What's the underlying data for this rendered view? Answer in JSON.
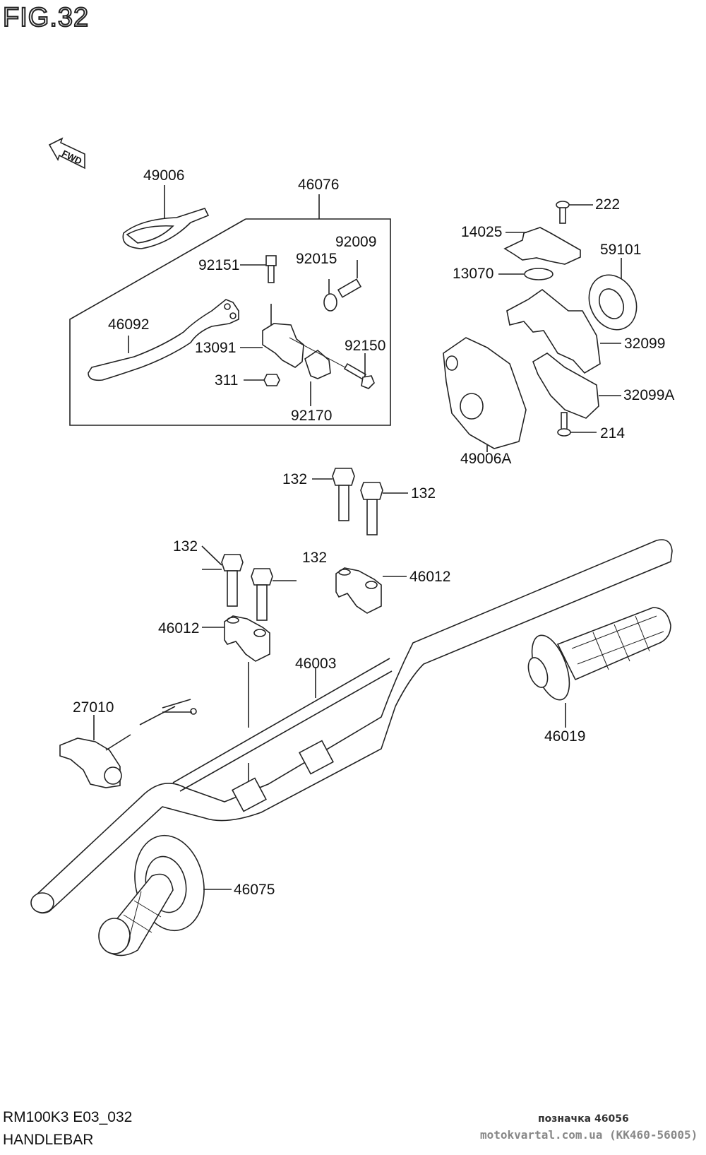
{
  "figure": {
    "title": "FIG.32",
    "code": "RM100K3 E03_032",
    "name": "HANDLEBAR",
    "fwd_label": "FWD"
  },
  "watermark": {
    "line1": "позначка 46056",
    "line2": "motokvartal.com.ua (KK460-56005)"
  },
  "parts": [
    {
      "id": "49006",
      "label": "49006",
      "description": "lever cover"
    },
    {
      "id": "46076",
      "label": "46076",
      "description": "clutch lever assembly (group)"
    },
    {
      "id": "92151",
      "label": "92151",
      "description": "bolt"
    },
    {
      "id": "92015",
      "label": "92015",
      "description": "nut"
    },
    {
      "id": "92009",
      "label": "92009",
      "description": "adjuster screw"
    },
    {
      "id": "46092",
      "label": "46092",
      "description": "clutch lever"
    },
    {
      "id": "13091",
      "label": "13091",
      "description": "lever holder"
    },
    {
      "id": "92150",
      "label": "92150",
      "description": "bolt"
    },
    {
      "id": "311",
      "label": "311",
      "description": "nut"
    },
    {
      "id": "92170",
      "label": "92170",
      "description": "clamp"
    },
    {
      "id": "222",
      "label": "222",
      "description": "screw"
    },
    {
      "id": "14025",
      "label": "14025",
      "description": "cover"
    },
    {
      "id": "59101",
      "label": "59101",
      "description": "pulley"
    },
    {
      "id": "13070",
      "label": "13070",
      "description": "ring"
    },
    {
      "id": "32099",
      "label": "32099",
      "description": "throttle case upper"
    },
    {
      "id": "32099A",
      "label": "32099A",
      "description": "throttle case lower"
    },
    {
      "id": "49006A",
      "label": "49006A",
      "description": "throttle cover"
    },
    {
      "id": "214",
      "label": "214",
      "description": "screw"
    },
    {
      "id": "132a",
      "label": "132",
      "description": "bolt"
    },
    {
      "id": "132b",
      "label": "132",
      "description": "bolt"
    },
    {
      "id": "132c",
      "label": "132",
      "description": "bolt"
    },
    {
      "id": "132d",
      "label": "132",
      "description": "bolt"
    },
    {
      "id": "46012a",
      "label": "46012",
      "description": "handlebar holder"
    },
    {
      "id": "46012b",
      "label": "46012",
      "description": "handlebar holder"
    },
    {
      "id": "46003",
      "label": "46003",
      "description": "handlebar"
    },
    {
      "id": "27010",
      "label": "27010",
      "description": "engine stop switch"
    },
    {
      "id": "46019",
      "label": "46019",
      "description": "throttle grip"
    },
    {
      "id": "46075",
      "label": "46075",
      "description": "left grip"
    }
  ]
}
